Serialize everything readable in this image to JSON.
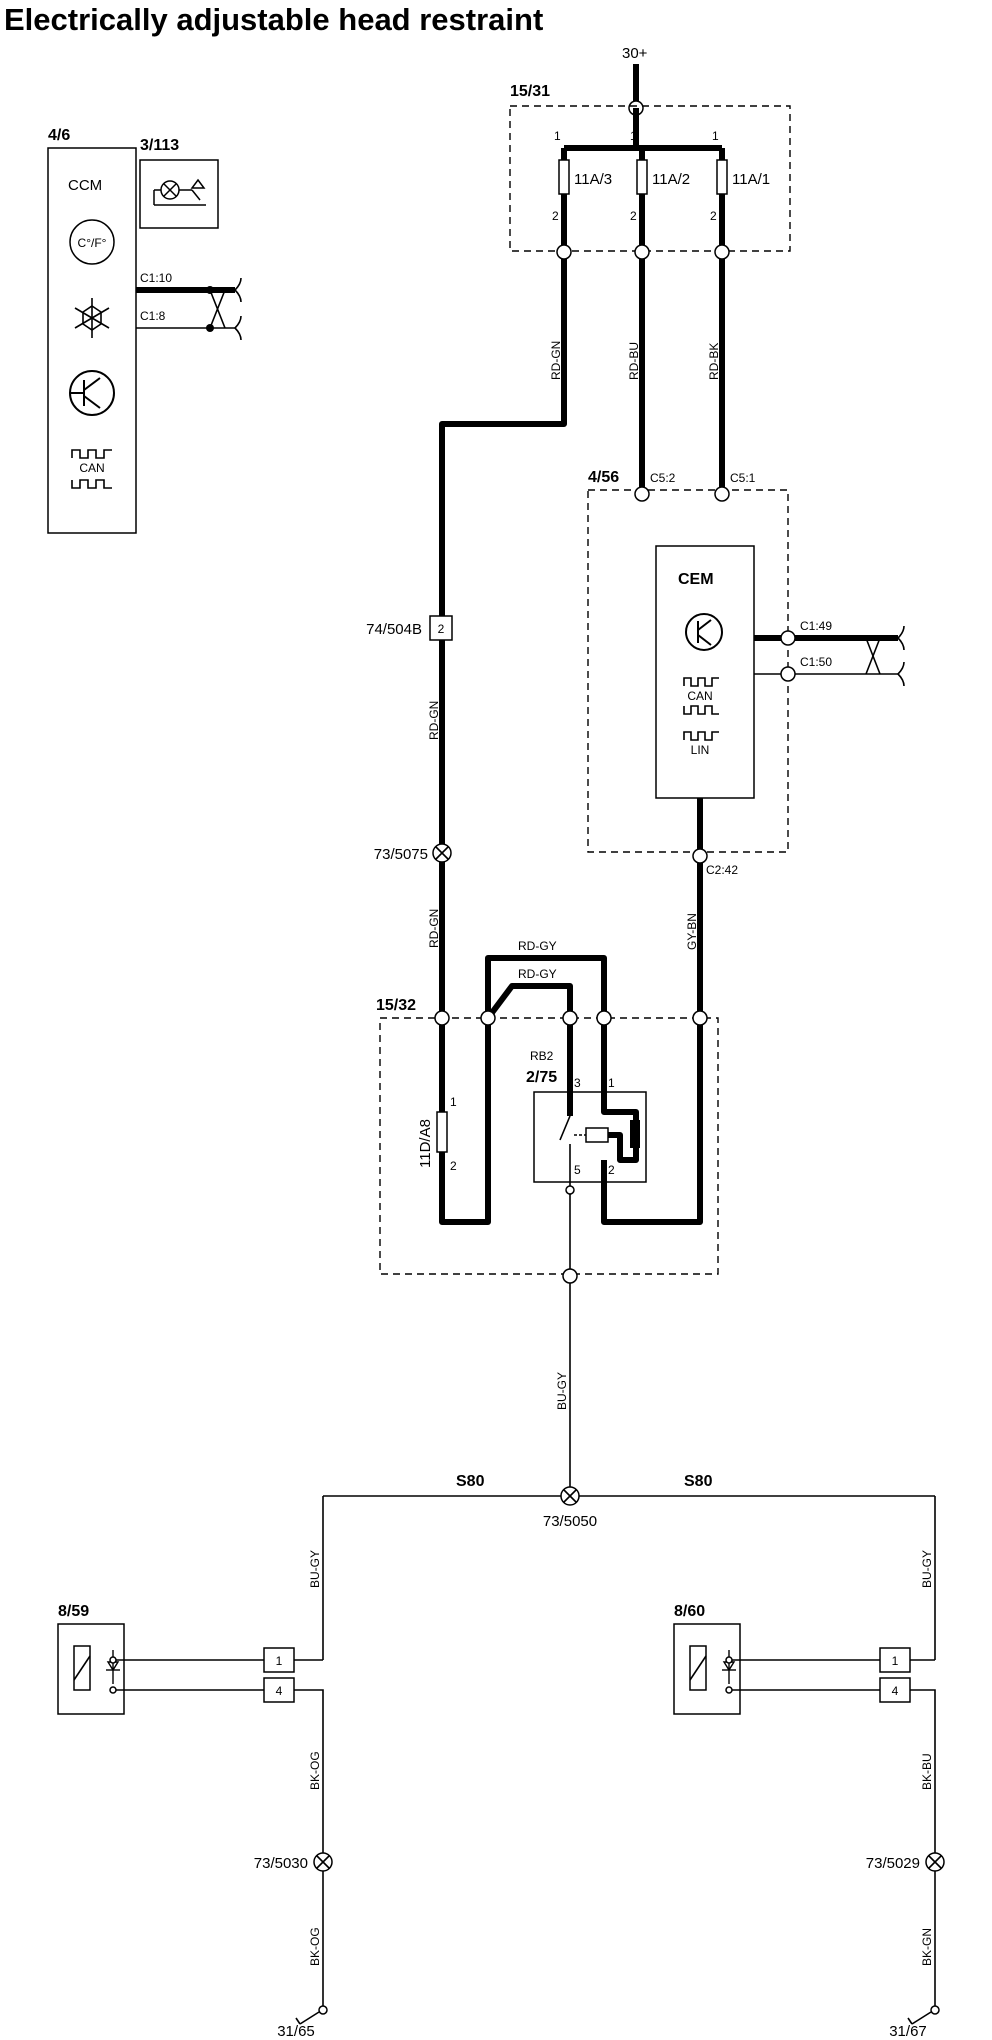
{
  "title": "Electrically adjustable head restraint",
  "supply": "30+",
  "fuse_box_main": {
    "id": "15/31",
    "fuses": [
      {
        "name": "11A/3",
        "pin_top": "1",
        "pin_bottom": "2",
        "wire": "RD-GN"
      },
      {
        "name": "11A/2",
        "pin_top": "1",
        "pin_bottom": "2",
        "wire": "RD-BU"
      },
      {
        "name": "11A/1",
        "pin_top": "1",
        "pin_bottom": "2",
        "wire": "RD-BK"
      }
    ]
  },
  "ccm": {
    "id": "4/6",
    "label": "CCM",
    "temp_symbol": "C°/F°",
    "can_label": "CAN",
    "sub_id": "3/113",
    "connectors": [
      "C1:10",
      "C1:8"
    ]
  },
  "cem": {
    "id": "4/56",
    "label": "CEM",
    "connectors_top": [
      "C5:2",
      "C5:1"
    ],
    "connectors_right": [
      "C1:49",
      "C1:50"
    ],
    "connector_bottom": "C2:42",
    "can_label": "CAN",
    "lin_label": "LIN"
  },
  "connector_74": {
    "id": "74/504B",
    "pin": "2"
  },
  "splices": {
    "s5075": "73/5075",
    "s5050": "73/5050",
    "s5030": "73/5030",
    "s5029": "73/5029"
  },
  "wires": {
    "rd_gn": "RD-GN",
    "rd_gy": "RD-GY",
    "gy_bn": "GY-BN",
    "bu_gy": "BU-GY",
    "bk_og": "BK-OG",
    "bk_bu": "BK-BU",
    "bk_gn": "BK-GN"
  },
  "relay_box": {
    "id": "15/32",
    "fuse": "11D/A8",
    "fuse_pin_top": "1",
    "fuse_pin_bottom": "2",
    "relay_label": "RB2",
    "relay_id": "2/75",
    "pins": [
      "3",
      "1",
      "5",
      "2"
    ]
  },
  "model": "S80",
  "motor_left": {
    "id": "8/59",
    "pins": [
      "1",
      "4"
    ]
  },
  "motor_right": {
    "id": "8/60",
    "pins": [
      "1",
      "4"
    ]
  },
  "grounds": {
    "left": "31/65",
    "right": "31/67"
  }
}
